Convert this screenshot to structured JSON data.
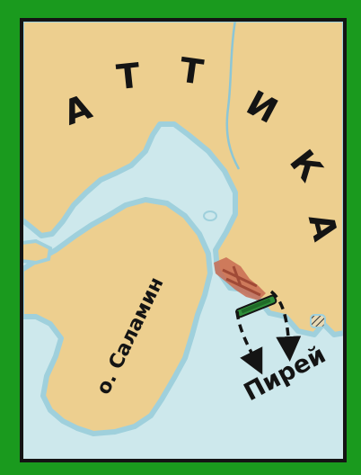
{
  "region_label": {
    "text": "АТТИКА",
    "letters": [
      "А",
      "Т",
      "Т",
      "И",
      "К",
      "А"
    ]
  },
  "island_label": "о. Саламин",
  "port_label": "Пирей",
  "colors": {
    "frame": "#1a9a1e",
    "land": "#edcf8f",
    "sea": "#cde8ec",
    "coast": "#9fd0dc",
    "city": "#c86b52",
    "ink": "#141414"
  },
  "icons": [
    "fleet-route-arrow",
    "ship-squadron-marker",
    "hatched-islet"
  ]
}
